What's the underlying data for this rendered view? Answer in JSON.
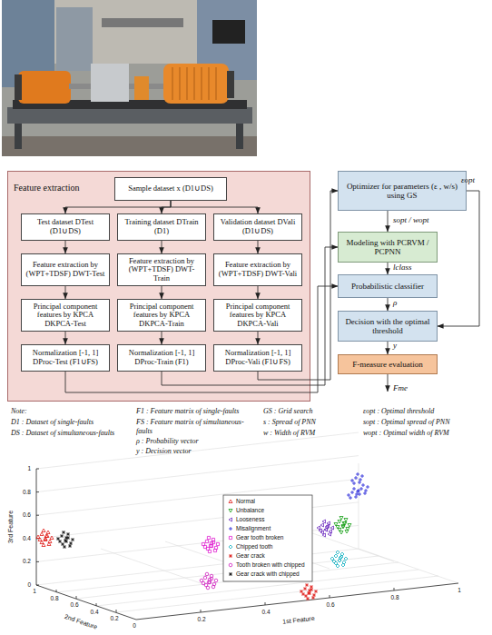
{
  "diagram": {
    "nodes": [
      {
        "text": [
          "Feature extraction"
        ]
      },
      {
        "text": [
          "Sample dataset x (D1∪DS)"
        ],
        "in": 0
      },
      {
        "text": [
          "Test dataset DTest (D1∪DS)"
        ],
        "in": 0
      },
      {
        "text": [
          "Training dataset DTrain (D1)"
        ],
        "in": 0
      },
      {
        "text": [
          "Validation dataset DVali (D1∪DS)"
        ],
        "in": 0
      },
      {
        "text": [
          "Feature extraction by (WPT+TDSF) DWT-Test"
        ],
        "in": 0
      },
      {
        "text": [
          "Feature extraction by (WPT+TDSF) DWT-Train"
        ],
        "in": 0
      },
      {
        "text": [
          "Feature extraction by (WPT+TDSF) DWT-Vali"
        ],
        "in": 0
      },
      {
        "text": [
          "Principal component features by KPCA DKPCA-Test"
        ],
        "in": 0
      },
      {
        "text": [
          "Principal component features by KPCA DKPCA-Train"
        ],
        "in": 0
      },
      {
        "text": [
          "Principal component features by KPCA DKPCA-Vali"
        ],
        "in": 0
      },
      {
        "text": [
          "Normalization [-1, 1] DProc-Test (F1∪FS)"
        ],
        "in": 0
      },
      {
        "text": [
          "Normalization [-1, 1] DProc-Train (F1)"
        ],
        "in": 0
      },
      {
        "text": [
          "Normalization [-1, 1] DProc-Vali (F1∪FS)"
        ],
        "in": 0
      },
      {
        "text": [
          "Optimizer for parameters (ε , w/s) using GS"
        ]
      },
      {
        "text": [
          "Modeling with PCRVM / PCPNN"
        ]
      },
      {
        "text": [
          "Probabilistic classifier"
        ]
      },
      {
        "text": [
          "Decision with the optimal threshold"
        ]
      },
      {
        "text": [
          "F-measure evaluation"
        ]
      }
    ],
    "edges": [
      {
        "from": 1,
        "to": 2,
        "arrow": "to"
      },
      {
        "from": 1,
        "to": 3,
        "arrow": "to"
      },
      {
        "from": 1,
        "to": 4,
        "arrow": "to"
      },
      {
        "from": 2,
        "to": 5,
        "arrow": "to"
      },
      {
        "from": 3,
        "to": 6,
        "arrow": "to"
      },
      {
        "from": 4,
        "to": 7,
        "arrow": "to"
      },
      {
        "from": 5,
        "to": 8,
        "arrow": "to"
      },
      {
        "from": 6,
        "to": 9,
        "arrow": "to"
      },
      {
        "from": 7,
        "to": 10,
        "arrow": "to"
      },
      {
        "from": 8,
        "to": 11,
        "arrow": "to"
      },
      {
        "from": 9,
        "to": 12,
        "arrow": "to"
      },
      {
        "from": 10,
        "to": 13,
        "arrow": "to"
      },
      {
        "from": 11,
        "to": 16,
        "arrow": "to"
      },
      {
        "from": 12,
        "to": 15,
        "arrow": "to"
      },
      {
        "from": 13,
        "to": 14,
        "arrow": "to"
      },
      {
        "from": 14,
        "to": 15,
        "label": "sopt / wopt",
        "arrow": "to"
      },
      {
        "from": 15,
        "to": 16,
        "label": "lclass",
        "arrow": "to"
      },
      {
        "from": 16,
        "to": 17,
        "label": "ρ",
        "arrow": "to"
      },
      {
        "from": 17,
        "to": 18,
        "label": "y",
        "arrow": "to"
      },
      {
        "from": 14,
        "to": 17,
        "label": "εopt",
        "arrow": "to"
      }
    ],
    "labels": [
      "Fme",
      "Note:",
      "D1 : Dataset of single-faults",
      "DS : Dataset of simultaneous-faults",
      "F1 : Feature matrix of single-faults",
      "FS : Feature matrix of simultaneous-faults",
      "ρ : Probability vector",
      "y : Decision vector",
      "GS : Grid search",
      "s : Spread of PNN",
      "w : Width of RVM",
      "εopt : Optimal threshold",
      "sopt : Optimal spread of PNN",
      "wopt : Optimal width of RVM",
      "3rd Feature",
      "2nd Feature",
      "1st Feature",
      "0",
      "0.2",
      "0.4",
      "0.6",
      "0.8",
      "1",
      "0",
      "0.2",
      "0.4",
      "0.6",
      "0.8",
      "1",
      "0.2",
      "0.4",
      "0.6",
      "0.8",
      "1"
    ],
    "legend": [
      {
        "text": "Normal"
      },
      {
        "text": "Unbalance"
      },
      {
        "text": "Looseness"
      },
      {
        "text": "Misalignment"
      },
      {
        "text": "Gear tooth broken"
      },
      {
        "text": "Chipped tooth"
      },
      {
        "text": "Gear crack"
      },
      {
        "text": "Tooth broken with chipped"
      },
      {
        "text": "Gear crack with chipped"
      }
    ]
  }
}
